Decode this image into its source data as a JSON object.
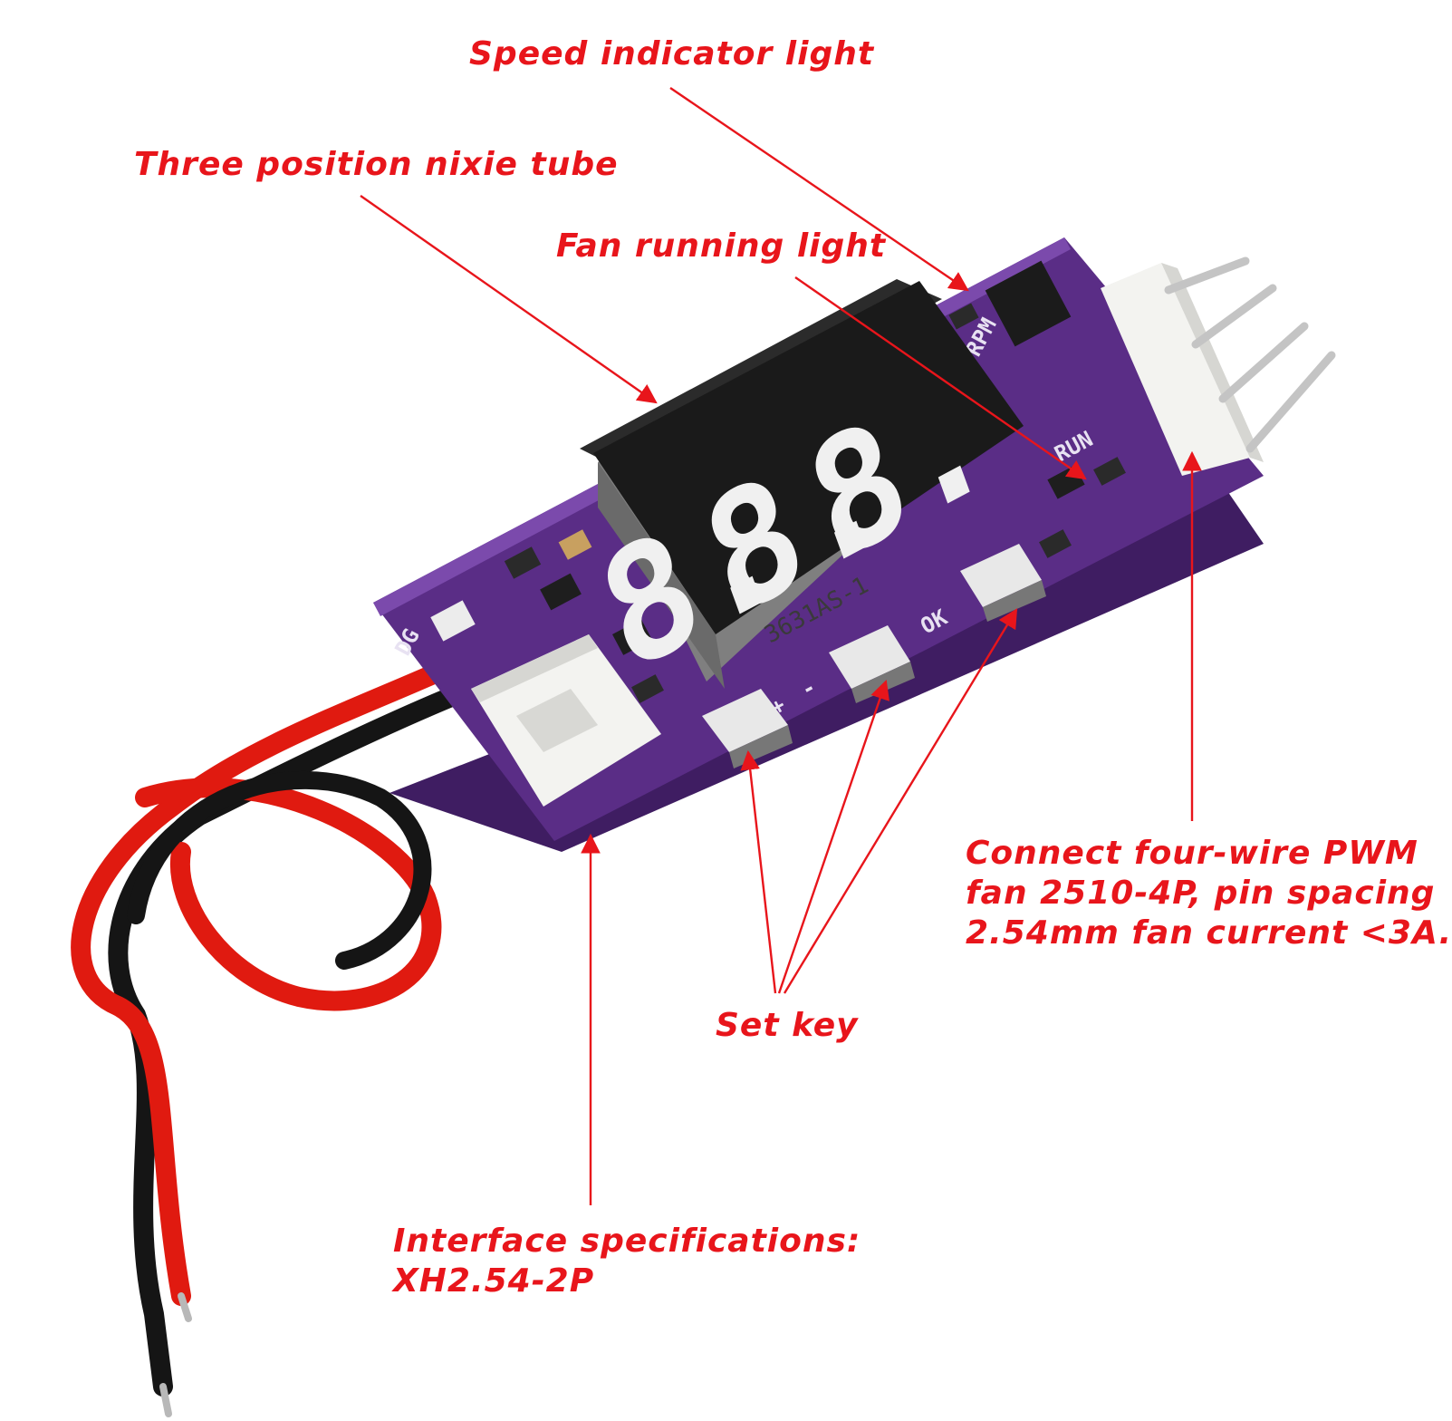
{
  "labels": {
    "speed_indicator": "Speed indicator light",
    "nixie_tube": "Three position nixie tube",
    "fan_running": "Fan running light",
    "fan_connector": [
      "Connect four-wire PWM",
      "fan 2510-4P, pin spacing",
      "2.54mm fan current <3A."
    ],
    "set_key": "Set key",
    "interface": [
      "Interface specifications:",
      "XH2.54-2P"
    ]
  },
  "board": {
    "display_digits": [
      "8.",
      "8.",
      "8."
    ],
    "display_part_number": "3631AS-1",
    "silkscreen": [
      "RPM",
      "RUN",
      "OK",
      "+",
      "-",
      "DG"
    ]
  },
  "colors": {
    "annotation": "#e8151b",
    "pcb": "#5a2d86",
    "pcb_edge": "#3f1d62",
    "segment_lit": "#f0f0f0",
    "display_body": "#1a1a1a",
    "wire_red": "#e01a10",
    "wire_black": "#151515",
    "connector": "#f3f3f0"
  }
}
